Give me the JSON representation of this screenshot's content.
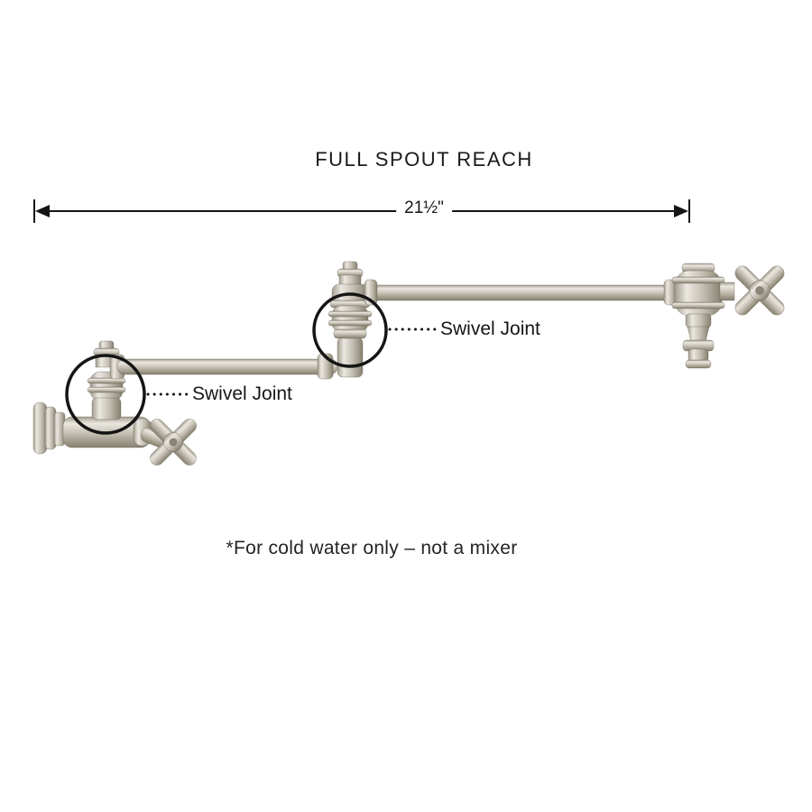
{
  "diagram": {
    "title": "FULL SPOUT REACH",
    "dimension": {
      "label": "21½\""
    },
    "callouts": {
      "upper": "Swivel Joint",
      "lower": "Swivel Joint"
    },
    "footnote": "*For cold water only – not a mixer",
    "illustration_alt": "Wall-mounted pot filler faucet with two cross handles and two circled swivel joints",
    "colors": {
      "background": "#ffffff",
      "annotation_line": "#151515",
      "metal_light": "#ebe8e1",
      "metal_mid": "#c4beb2",
      "metal_dark": "#8b8578"
    }
  }
}
